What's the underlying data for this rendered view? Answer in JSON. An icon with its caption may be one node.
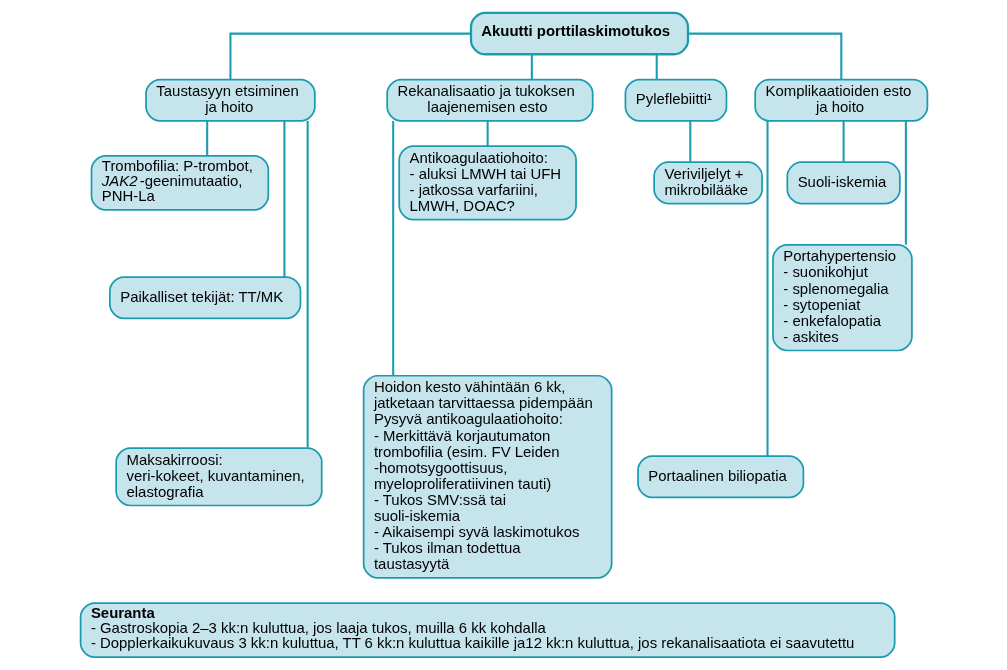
{
  "diagram": {
    "nodes": [
      {
        "text": [
          "Akuutti porttilaskimotukos"
        ]
      },
      {
        "text": [
          "Taustasyyn etsiminen ja hoito"
        ]
      },
      {
        "text": [
          "Rekanalisaatio ja tukoksen laajenemisen esto"
        ]
      },
      {
        "text": [
          "Pyleflebiitti¹"
        ]
      },
      {
        "text": [
          "Komplikaatioiden esto ja hoito"
        ]
      },
      {
        "text": [
          "Trombofilia: P-trombot, *JAK2*-geenimutaatio, PNH-La"
        ]
      },
      {
        "text": [
          "Paikalliset tekijät: TT/MK"
        ]
      },
      {
        "text": [
          "Maksakirroosi: veri-kokeet, kuvantaminen, elastografia"
        ]
      },
      {
        "text": [
          "Antikoagulaatiohoito:",
          "- aluksi LMWH tai UFH",
          "- jatkossa varfariini, LMWH, DOAC?"
        ]
      },
      {
        "text": [
          "Hoidon kesto vähintään 6 kk, jatketaan tarvittaessa pidempään",
          "Pysyvä antikoagulaatiohoito:",
          "- Merkittävä korjautumaton trombofilia (esim. FV Leiden -homotsygoottisuus, myeloproliferatiivinen tauti)",
          "- Tukos SMV:ssä tai suoli-iskemia",
          "- Aikaisempi syvä laskimotukos",
          "- Tukos ilman todettua taustasyytä"
        ]
      },
      {
        "text": [
          "Veriviljelyt + mikrobilääke"
        ]
      },
      {
        "text": [
          "Suoli-iskemia"
        ]
      },
      {
        "text": [
          "Portahypertensio",
          "- suonikohjut",
          "- splenomegalia",
          "- sytopeniat",
          "- enkefalopatia",
          "- askites"
        ]
      },
      {
        "text": [
          "Portaalinen biliopatia"
        ]
      },
      {
        "text": [
          "Seuranta",
          "- Gastroskopia 2–3 kk:n kuluttua, jos laaja tukos, muilla 6 kk kohdalla",
          "- Dopplerkaikukuvaus 3 kk:n kuluttua, TT 6 kk:n kuluttua kaikille ja12 kk:n kuluttua, jos rekanalisaatiota ei saavutettu"
        ]
      }
    ],
    "edges": [
      {
        "from": 0,
        "to": 1,
        "arrow": "none"
      },
      {
        "from": 0,
        "to": 2,
        "arrow": "none"
      },
      {
        "from": 0,
        "to": 3,
        "arrow": "none"
      },
      {
        "from": 0,
        "to": 4,
        "arrow": "none"
      },
      {
        "from": 1,
        "to": 5,
        "arrow": "none"
      },
      {
        "from": 1,
        "to": 6,
        "arrow": "none"
      },
      {
        "from": 1,
        "to": 7,
        "arrow": "none"
      },
      {
        "from": 2,
        "to": 8,
        "arrow": "none"
      },
      {
        "from": 2,
        "to": 9,
        "arrow": "none"
      },
      {
        "from": 3,
        "to": 10,
        "arrow": "none"
      },
      {
        "from": 4,
        "to": 11,
        "arrow": "none"
      },
      {
        "from": 4,
        "to": 12,
        "arrow": "none"
      },
      {
        "from": 4,
        "to": 13,
        "arrow": "none"
      }
    ]
  }
}
